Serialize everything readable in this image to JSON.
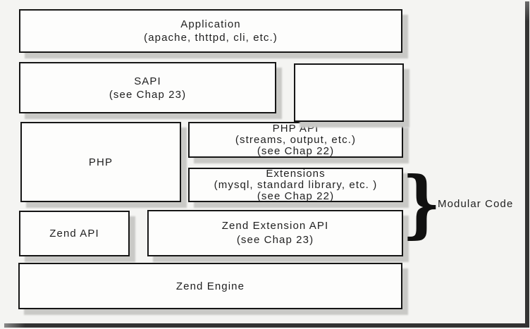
{
  "page": {
    "background": "#f4f4f2",
    "frame_color": "#3a3a3a"
  },
  "style": {
    "box_fill": "#fdfdfc",
    "box_border": "#161616",
    "box_shadow": "#c9c9c6",
    "text_color": "#1f1f1f"
  },
  "boxes": [
    {
      "name": "application",
      "lines": [
        "Application",
        "(apache, thttpd, cli, etc.)"
      ]
    },
    {
      "name": "sapi",
      "lines": [
        "SAPI",
        "(see Chap 23)"
      ]
    },
    {
      "name": "empty",
      "lines": []
    },
    {
      "name": "php",
      "lines": [
        "PHP"
      ]
    },
    {
      "name": "php-api",
      "lines": [
        "PHP API",
        "(streams, output, etc.)",
        "(see Chap 22)"
      ]
    },
    {
      "name": "extensions",
      "lines": [
        "Extensions",
        "(mysql, standard library, etc. )",
        "(see Chap 22)"
      ]
    },
    {
      "name": "zend-api",
      "lines": [
        "Zend API"
      ]
    },
    {
      "name": "zend-extension-api",
      "lines": [
        "Zend Extension API",
        "(see Chap 23)"
      ]
    },
    {
      "name": "zend-engine",
      "lines": [
        "Zend Engine"
      ]
    }
  ],
  "annotation": {
    "brace_glyph": "}",
    "label": "Modular Code"
  }
}
